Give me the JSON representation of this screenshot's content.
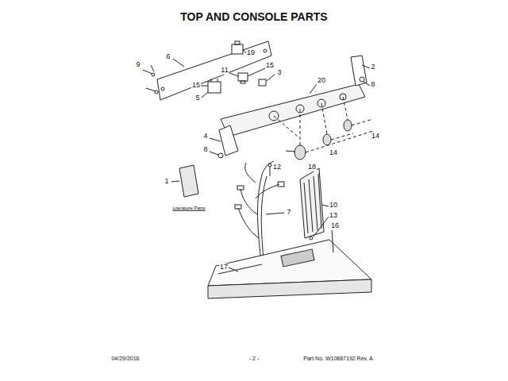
{
  "diagram": {
    "title": "TOP AND CONSOLE PARTS",
    "labels": [
      "19",
      "6",
      "9",
      "15",
      "11",
      "3",
      "20",
      "2",
      "15",
      "8",
      "5",
      "4",
      "14",
      "8",
      "14",
      "12",
      "18",
      "1",
      "Literature Parts",
      "10",
      "7",
      "13",
      "16",
      "17",
      "04/29/2016",
      "- 2 -",
      "Part No. W10887192  Rev. A"
    ]
  }
}
